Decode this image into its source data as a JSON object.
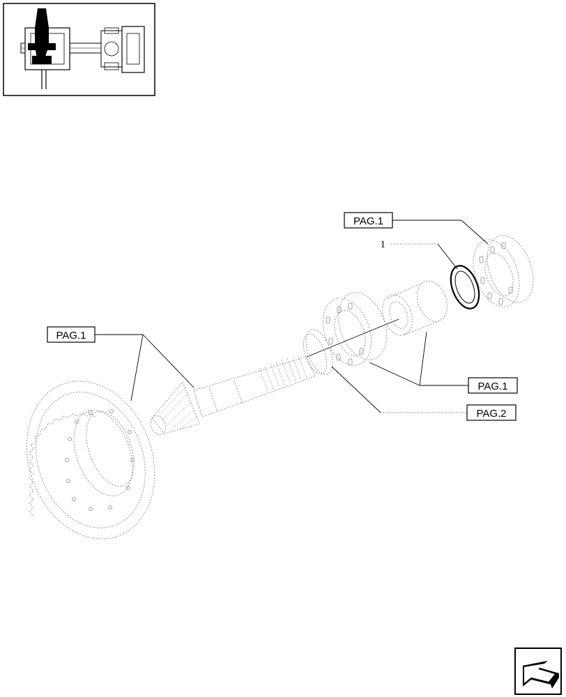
{
  "callouts": {
    "part_1": "1",
    "pag_top": "PAG.1",
    "pag_left": "PAG.1",
    "pag_right": "PAG.1",
    "pag_2": "PAG.2"
  },
  "icons": {
    "thumbnail": "axle-assembly-thumbnail",
    "nav": "previous-page-arrow-icon"
  }
}
